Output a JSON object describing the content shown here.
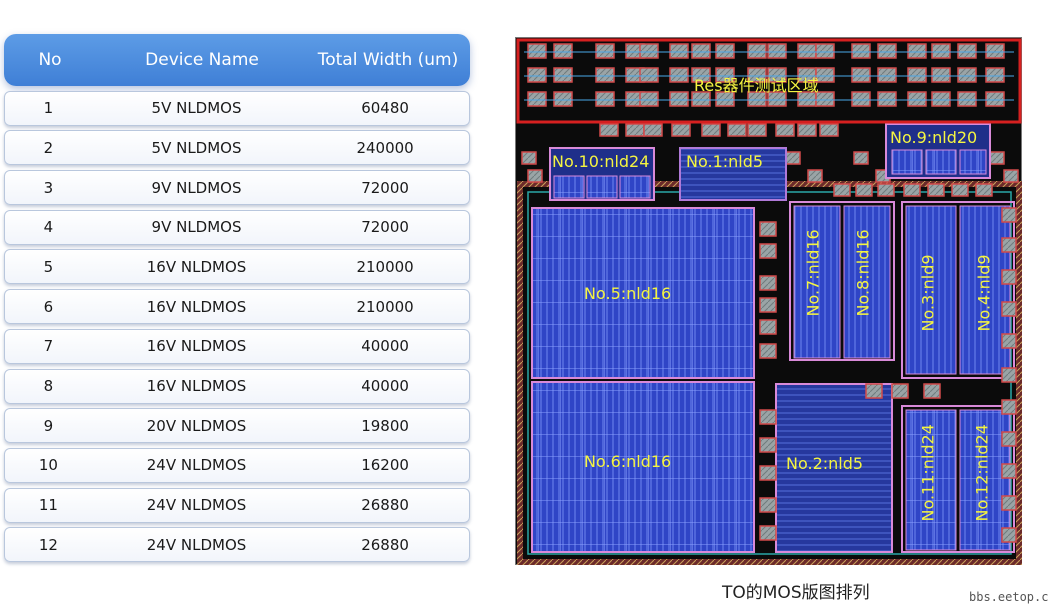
{
  "table": {
    "headers": {
      "no": "No",
      "device": "Device Name",
      "width": "Total Width (um)"
    },
    "rows": [
      {
        "no": "1",
        "device": "5V NLDMOS",
        "width": "60480"
      },
      {
        "no": "2",
        "device": "5V NLDMOS",
        "width": "240000"
      },
      {
        "no": "3",
        "device": "9V NLDMOS",
        "width": "72000"
      },
      {
        "no": "4",
        "device": "9V NLDMOS",
        "width": "72000"
      },
      {
        "no": "5",
        "device": "16V NLDMOS",
        "width": "210000"
      },
      {
        "no": "6",
        "device": "16V NLDMOS",
        "width": "210000"
      },
      {
        "no": "7",
        "device": "16V NLDMOS",
        "width": "40000"
      },
      {
        "no": "8",
        "device": "16V NLDMOS",
        "width": "40000"
      },
      {
        "no": "9",
        "device": "20V NLDMOS",
        "width": "19800"
      },
      {
        "no": "10",
        "device": "24V NLDMOS",
        "width": "16200"
      },
      {
        "no": "11",
        "device": "24V NLDMOS",
        "width": "26880"
      },
      {
        "no": "12",
        "device": "24V NLDMOS",
        "width": "26880"
      }
    ]
  },
  "layout": {
    "res_area_label": "Res器件测试区域",
    "blocks": {
      "no1": "No.1:nld5",
      "no2": "No.2:nld5",
      "no3": "No.3:nld9",
      "no4": "No.4:nld9",
      "no5": "No.5:nld16",
      "no6": "No.6:nld16",
      "no7": "No.7:nld16",
      "no8": "No.8:nld16",
      "no9": "No.9:nld20",
      "no10": "No.10:nld24",
      "no11": "No.11:nld24",
      "no12": "No.12:nld24"
    },
    "colors": {
      "background": "#0b0b0b",
      "device_fill": "#2f45c6",
      "device_outline": "#d98ad9",
      "pad_fill": "#9aa4a6",
      "pad_outline": "#d24a4a",
      "label": "#f5f541",
      "highlight": "#d62020"
    }
  },
  "caption": "TO的MOS版图排列",
  "watermark": "bbs.eetop.cn"
}
